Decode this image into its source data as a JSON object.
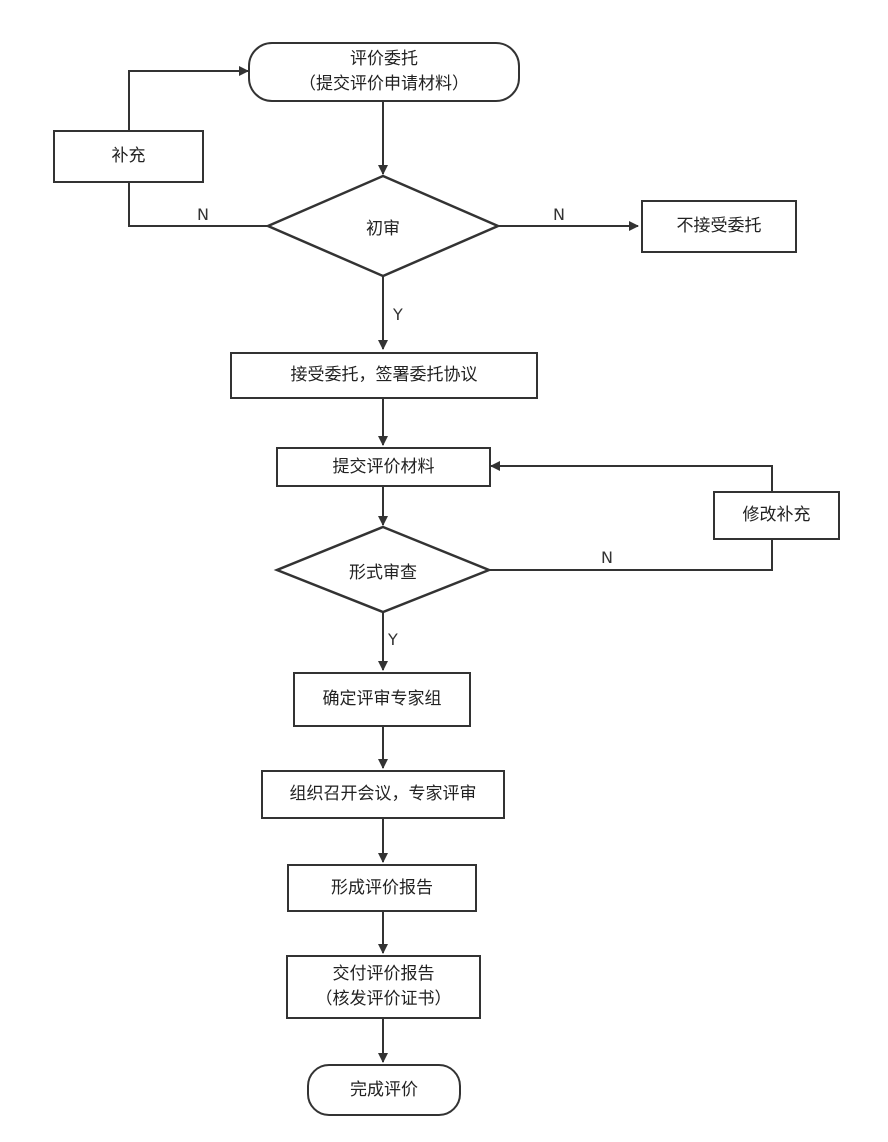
{
  "nodes": {
    "start_line1": "评价委托",
    "start_line2": "（提交评价申请材料）",
    "supplement": "补充",
    "initial_review": "初审",
    "reject": "不接受委托",
    "accept": "接受委托，签署委托协议",
    "submit_materials": "提交评价材料",
    "modify_supplement": "修改补充",
    "formal_review": "形式审查",
    "expert_group": "确定评审专家组",
    "meeting": "组织召开会议，专家评审",
    "report": "形成评价报告",
    "deliver_line1": "交付评价报告",
    "deliver_line2": "（核发评价证书）",
    "end": "完成评价"
  },
  "edge_labels": {
    "to_supplement": "N",
    "to_reject": "N",
    "initial_yes": "Y",
    "formal_no": "N",
    "formal_yes": "Y"
  }
}
